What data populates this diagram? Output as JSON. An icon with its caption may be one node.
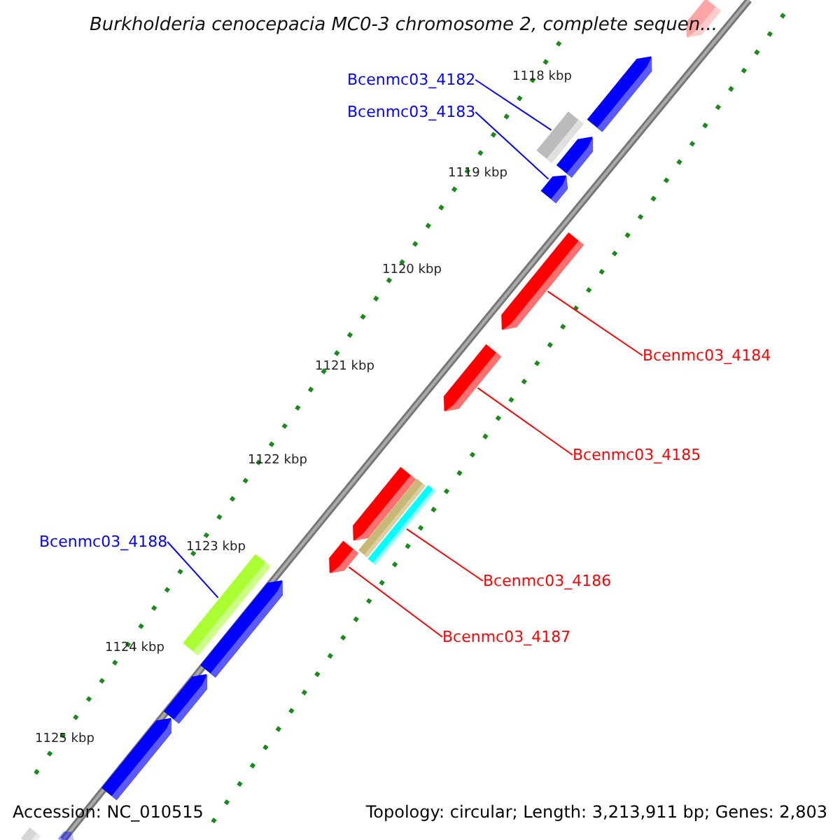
{
  "diagram": {
    "title": "Burkholderia cenocepacia MC0-3 chromosome 2, complete sequen...",
    "nodes": [
      {
        "text": [
          "Bcenmc03_4182"
        ]
      },
      {
        "text": [],
        "shape": "bar"
      },
      {
        "text": [
          "Bcenmc03_4183"
        ]
      },
      {
        "text": [],
        "shape": "arrow"
      },
      {
        "text": [
          "Bcenmc03_4184"
        ]
      },
      {
        "text": [],
        "shape": "arrow"
      },
      {
        "text": [
          "Bcenmc03_4185"
        ]
      },
      {
        "text": [],
        "shape": "arrow"
      },
      {
        "text": [
          "Bcenmc03_4186"
        ]
      },
      {
        "text": [],
        "shape": "bar"
      },
      {
        "text": [
          "Bcenmc03_4187"
        ]
      },
      {
        "text": [],
        "shape": "arrow"
      },
      {
        "text": [
          "Bcenmc03_4188"
        ]
      },
      {
        "text": [],
        "shape": "bar"
      },
      {
        "text": [],
        "shape": "arrow"
      },
      {
        "text": [],
        "shape": "arrow"
      },
      {
        "text": [],
        "shape": "arrow"
      },
      {
        "text": [],
        "shape": "arrow"
      },
      {
        "text": [],
        "shape": "bar"
      },
      {
        "text": [],
        "shape": "arrow"
      },
      {
        "text": [],
        "shape": "arrow"
      },
      {
        "text": [],
        "shape": "arrow"
      },
      {
        "text": [],
        "shape": "bar"
      },
      {
        "text": [],
        "shape": "arrow"
      }
    ],
    "edges": [
      {
        "from": 0,
        "to": 1,
        "arrow": "none",
        "color": "#0000ff"
      },
      {
        "from": 2,
        "to": 3,
        "arrow": "none",
        "color": "#0000ff"
      },
      {
        "from": 4,
        "to": 5,
        "arrow": "none"
      },
      {
        "from": 6,
        "to": 7,
        "arrow": "none"
      },
      {
        "from": 8,
        "to": 9,
        "arrow": "none"
      },
      {
        "from": 10,
        "to": 11,
        "arrow": "none"
      },
      {
        "from": 12,
        "to": 13,
        "arrow": "none",
        "color": "#0000ff"
      }
    ],
    "labels": [
      "1118 kbp",
      "1119 kbp",
      "1120 kbp",
      "1121 kbp",
      "1122 kbp",
      "1123 kbp",
      "1124 kbp",
      "1125 kbp",
      "Accession: NC_010515",
      "Topology: circular; Length: 3,213,911 bp; Genes: 2,803"
    ]
  }
}
